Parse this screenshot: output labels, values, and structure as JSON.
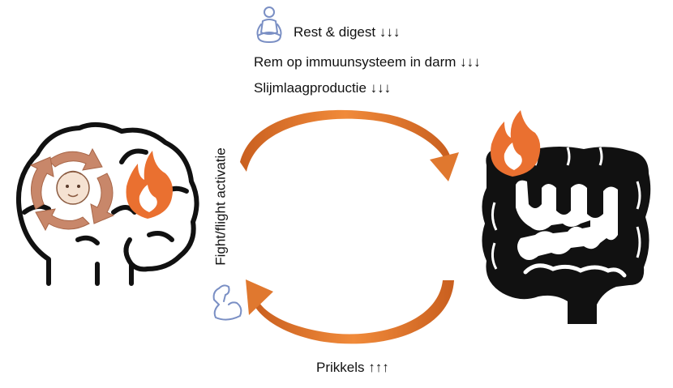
{
  "labels": {
    "rest_digest": "Rest & digest ↓↓↓",
    "immune_brake": "Rem op immuunsysteem in darm ↓↓↓",
    "mucus": "Slijmlaagproductie ↓↓↓",
    "fight_flight": "Fight/flight activatie",
    "stimuli": "Prikkels ↑↑↑"
  },
  "icons": {
    "meditation": "meditation-icon",
    "muscle": "flexed-arm-icon",
    "brain": "brain-icon",
    "intestine": "intestine-icon",
    "flame": "flame-icon",
    "cycle": "cycle-arrows-icon",
    "face": "baby-face-icon"
  },
  "colors": {
    "arrow": "#e0782f",
    "flame": "#ea7030",
    "cycle": "#c8876a",
    "outline": "#111111",
    "blue_icon": "#7a8fc4"
  }
}
